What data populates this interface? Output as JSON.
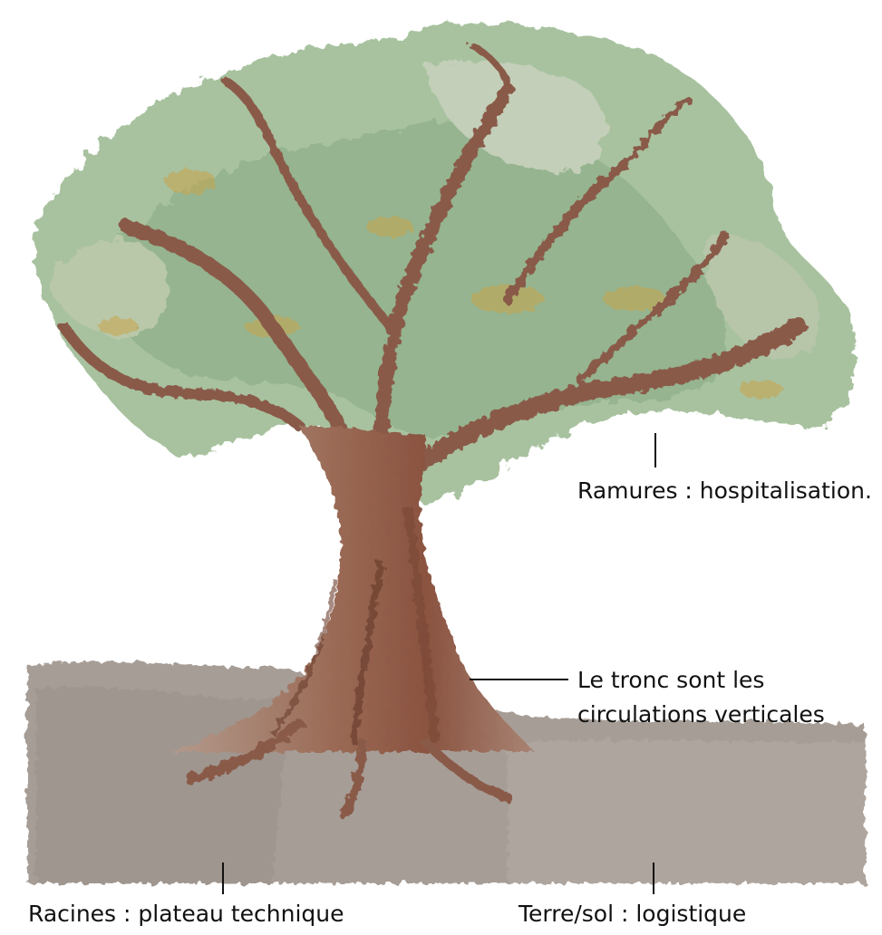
{
  "labels": {
    "ramures": "Ramures  : hospitalisation.",
    "tronc_line1": "Le tronc sont les",
    "tronc_line2": "circulations verticales",
    "racines": "Racines  : plateau technique",
    "terre": "Terre/sol  : logistique"
  },
  "colors": {
    "foliage_light": "#a9c3a0",
    "foliage_mid": "#8fb08a",
    "foliage_ochre": "#c9a44e",
    "trunk": "#9b6a55",
    "trunk_dark": "#6b3e2e",
    "bark_light": "#b7a79a",
    "ground": "#a59c95"
  }
}
